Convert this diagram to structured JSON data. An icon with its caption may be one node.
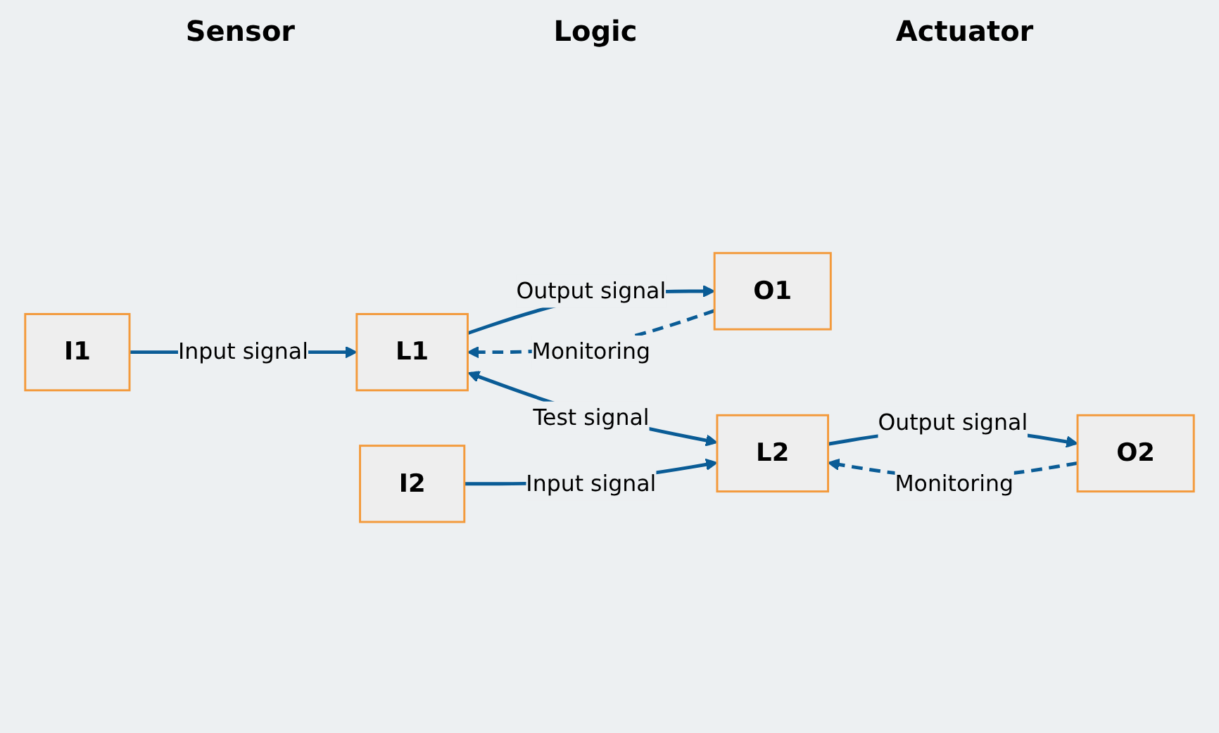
{
  "diagram": {
    "nodes": [
      {
        "text": [
          "I1"
        ]
      },
      {
        "text": [
          "L1"
        ]
      },
      {
        "text": [
          "O1"
        ]
      },
      {
        "text": [
          "I2"
        ]
      },
      {
        "text": [
          "L2"
        ]
      },
      {
        "text": [
          "O2"
        ]
      }
    ],
    "edges": [
      {
        "from": 0,
        "to": 1,
        "arrow": "to",
        "label": "Input signal"
      },
      {
        "from": 2,
        "to": 1,
        "arrow": "to",
        "label": "Monitoring",
        "style": "dashed"
      },
      {
        "from": 1,
        "to": 2,
        "arrow": "to",
        "label": "Output signal"
      },
      {
        "from": 1,
        "to": 4,
        "arrow": "both",
        "label": "Test signal"
      },
      {
        "from": 3,
        "to": 4,
        "arrow": "to",
        "label": "Input signal"
      },
      {
        "from": 5,
        "to": 4,
        "arrow": "to",
        "label": "Monitoring",
        "style": "dashed"
      },
      {
        "from": 4,
        "to": 5,
        "arrow": "to",
        "label": "Output signal"
      }
    ],
    "labels": [
      "Sensor",
      "Logic",
      "Actuator"
    ]
  }
}
